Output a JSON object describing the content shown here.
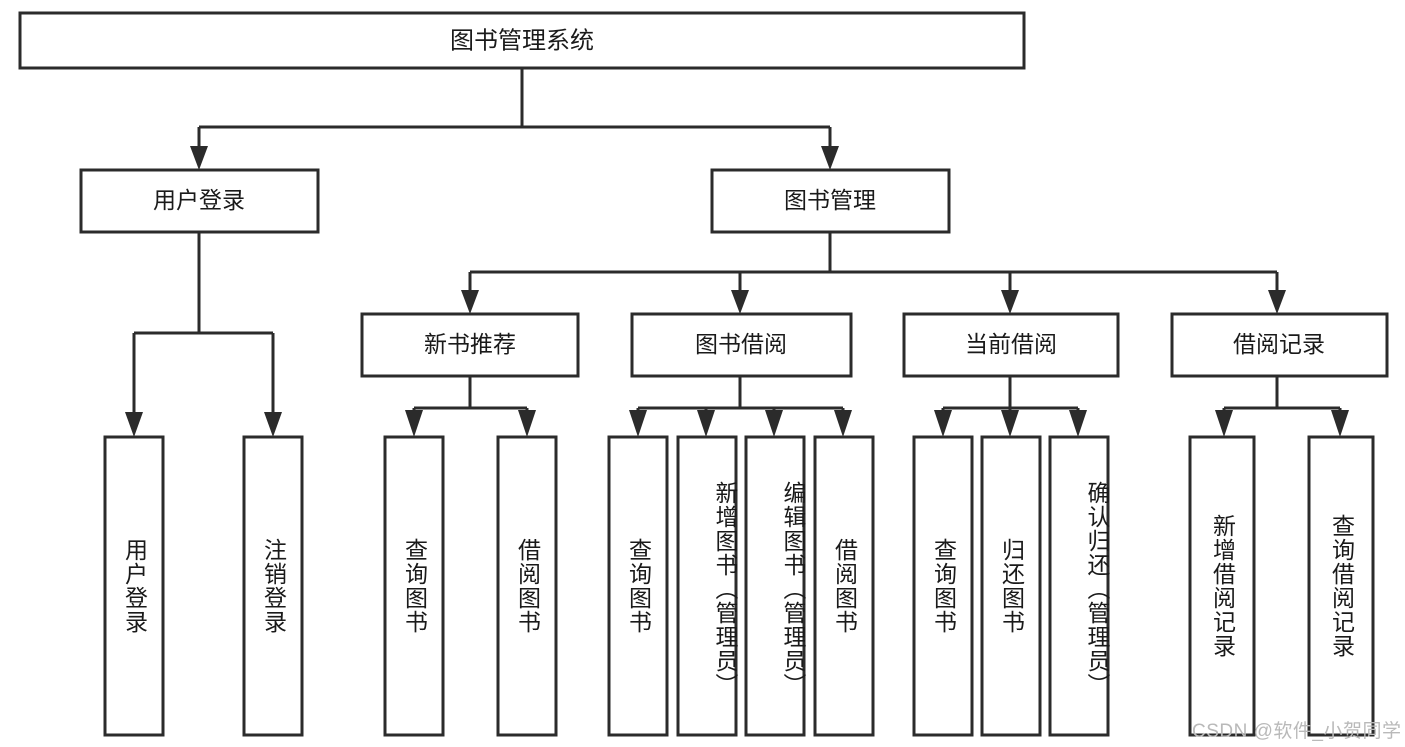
{
  "diagram": {
    "title": "图书管理系统",
    "type": "tree",
    "colors": {
      "stroke": "#2b2b2b",
      "fill": "#ffffff",
      "text": "#1a1a1a",
      "watermark": "#b9b9b9"
    },
    "root": {
      "label": "图书管理系统"
    },
    "level2": [
      {
        "label": "用户登录"
      },
      {
        "label": "图书管理"
      }
    ],
    "level3": [
      {
        "label": "新书推荐"
      },
      {
        "label": "图书借阅"
      },
      {
        "label": "当前借阅"
      },
      {
        "label": "借阅记录"
      }
    ],
    "leaves": {
      "user_login": [
        {
          "label": "用户登录"
        },
        {
          "label": "注销登录"
        }
      ],
      "new_book_recommend": [
        {
          "label": "查询图书"
        },
        {
          "label": "借阅图书"
        }
      ],
      "book_borrow": [
        {
          "label": "查询图书"
        },
        {
          "label": "新增图书（管理员）"
        },
        {
          "label": "编辑图书（管理员）"
        },
        {
          "label": "借阅图书"
        }
      ],
      "current_borrow": [
        {
          "label": "查询图书"
        },
        {
          "label": "归还图书"
        },
        {
          "label": "确认归还（管理员）"
        }
      ],
      "borrow_records": [
        {
          "label": "新增借阅记录"
        },
        {
          "label": "查询借阅记录"
        }
      ]
    }
  },
  "watermark": {
    "text": "CSDN @软件_小贺同学"
  }
}
